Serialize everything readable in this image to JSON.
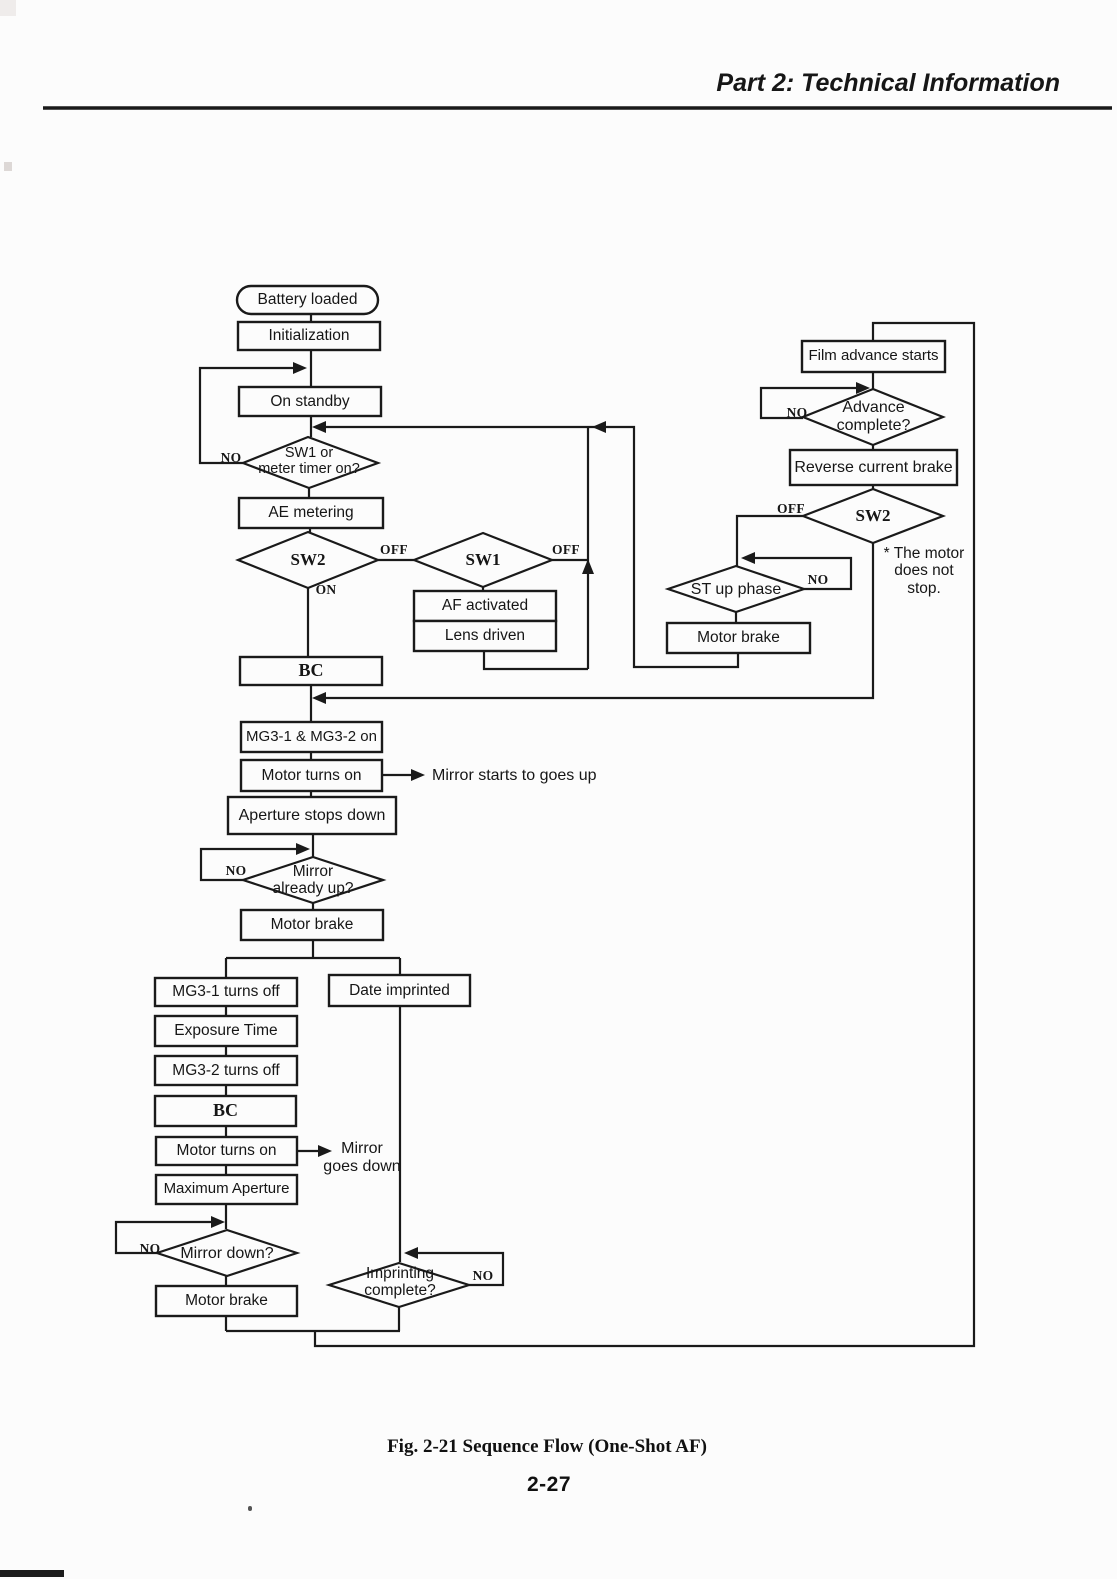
{
  "page": {
    "header_title": "Part 2: Technical Information",
    "figure_caption": "Fig. 2-21 Sequence Flow (One-Shot AF)",
    "page_number": "2-27"
  },
  "flowchart": {
    "nodes": {
      "battery_loaded": "Battery loaded",
      "initialization": "Initialization",
      "on_standby": "On standby",
      "sw1_meter_timer": "SW1 or\nmeter timer on?",
      "ae_metering": "AE metering",
      "sw2_check": "SW2",
      "sw1_check": "SW1",
      "af_activated": "AF activated",
      "lens_driven": "Lens driven",
      "bc_1": "BC",
      "mg3_on": "MG3-1 & MG3-2 on",
      "motor_turns_on_1": "Motor turns on",
      "aperture_stops_down": "Aperture stops down",
      "mirror_already_up": "Mirror\nalready up?",
      "motor_brake_1": "Motor brake",
      "mg3_1_turns_off": "MG3-1 turns off",
      "exposure_time": "Exposure Time",
      "mg3_2_turns_off": "MG3-2 turns off",
      "bc_2": "BC",
      "motor_turns_on_2": "Motor turns on",
      "maximum_aperture": "Maximum Aperture",
      "mirror_down": "Mirror down?",
      "motor_brake_2": "Motor brake",
      "date_imprinted": "Date imprinted",
      "imprinting_complete": "Imprinting\ncomplete?",
      "film_advance_starts": "Film advance starts",
      "advance_complete": "Advance\ncomplete?",
      "reverse_current_brake": "Reverse current brake",
      "sw2_check_2": "SW2",
      "st_up_phase": "ST up phase",
      "motor_brake_3": "Motor brake"
    },
    "branch_labels": {
      "no_sw1_meter": "NO",
      "on_sw2": "ON",
      "off_sw2": "OFF",
      "off_sw1": "OFF",
      "no_mirror_up": "NO",
      "no_mirror_down": "NO",
      "no_imprinting": "NO",
      "no_advance": "NO",
      "off_sw2_right": "OFF",
      "no_st_up": "NO"
    },
    "annotations": {
      "mirror_starts_up": "Mirror starts to goes up",
      "mirror_goes_down": "Mirror\ngoes down",
      "motor_note": "* The motor\ndoes not\nstop."
    }
  }
}
